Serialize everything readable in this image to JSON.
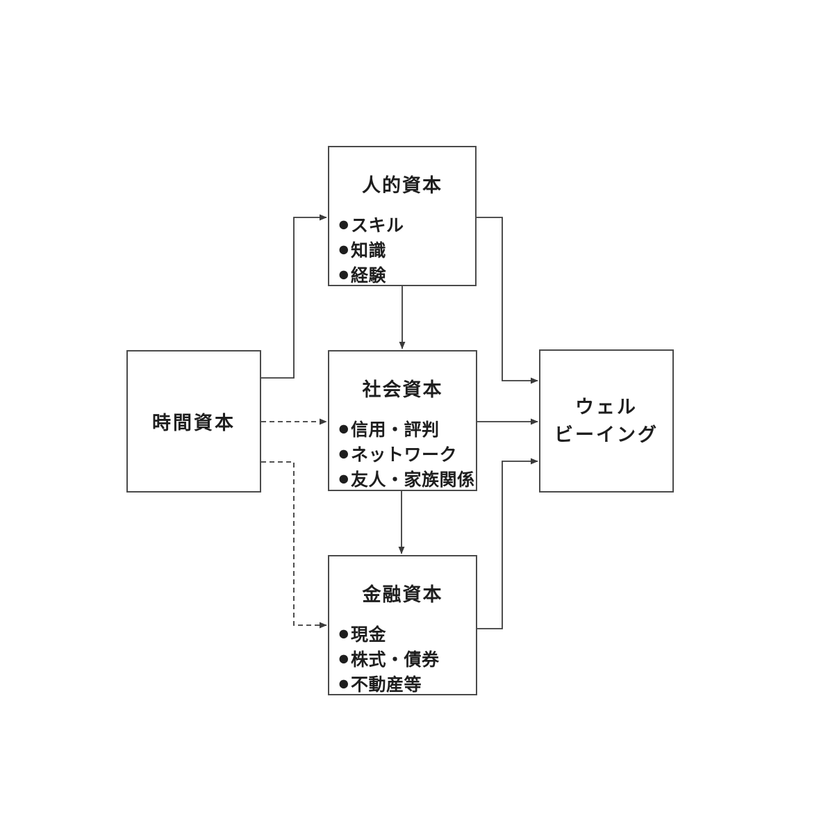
{
  "glyphs": {
    "bullet": "●"
  },
  "colors": {
    "background": "#ffffff",
    "line": "#3a3a3a",
    "box_border": "#4a4a4a",
    "text": "#1e1e1e"
  },
  "diagram": {
    "nodes": {
      "time": {
        "title": "時間資本"
      },
      "human": {
        "title": "人的資本",
        "items": [
          "スキル",
          "知識",
          "経験"
        ]
      },
      "social": {
        "title": "社会資本",
        "items": [
          "信用・評判",
          "ネットワーク",
          "友人・家族関係"
        ]
      },
      "financial": {
        "title": "金融資本",
        "items": [
          "現金",
          "株式・債券",
          "不動産等"
        ]
      },
      "wellbeing": {
        "title_line1": "ウェル",
        "title_line2": "ビーイング"
      }
    },
    "edges": [
      {
        "from": "time",
        "to": "human",
        "style": "solid"
      },
      {
        "from": "time",
        "to": "social",
        "style": "dashed"
      },
      {
        "from": "time",
        "to": "financial",
        "style": "dashed"
      },
      {
        "from": "human",
        "to": "social",
        "style": "solid"
      },
      {
        "from": "social",
        "to": "financial",
        "style": "solid"
      },
      {
        "from": "human",
        "to": "wellbeing",
        "style": "solid"
      },
      {
        "from": "social",
        "to": "wellbeing",
        "style": "solid"
      },
      {
        "from": "financial",
        "to": "wellbeing",
        "style": "solid"
      }
    ]
  }
}
